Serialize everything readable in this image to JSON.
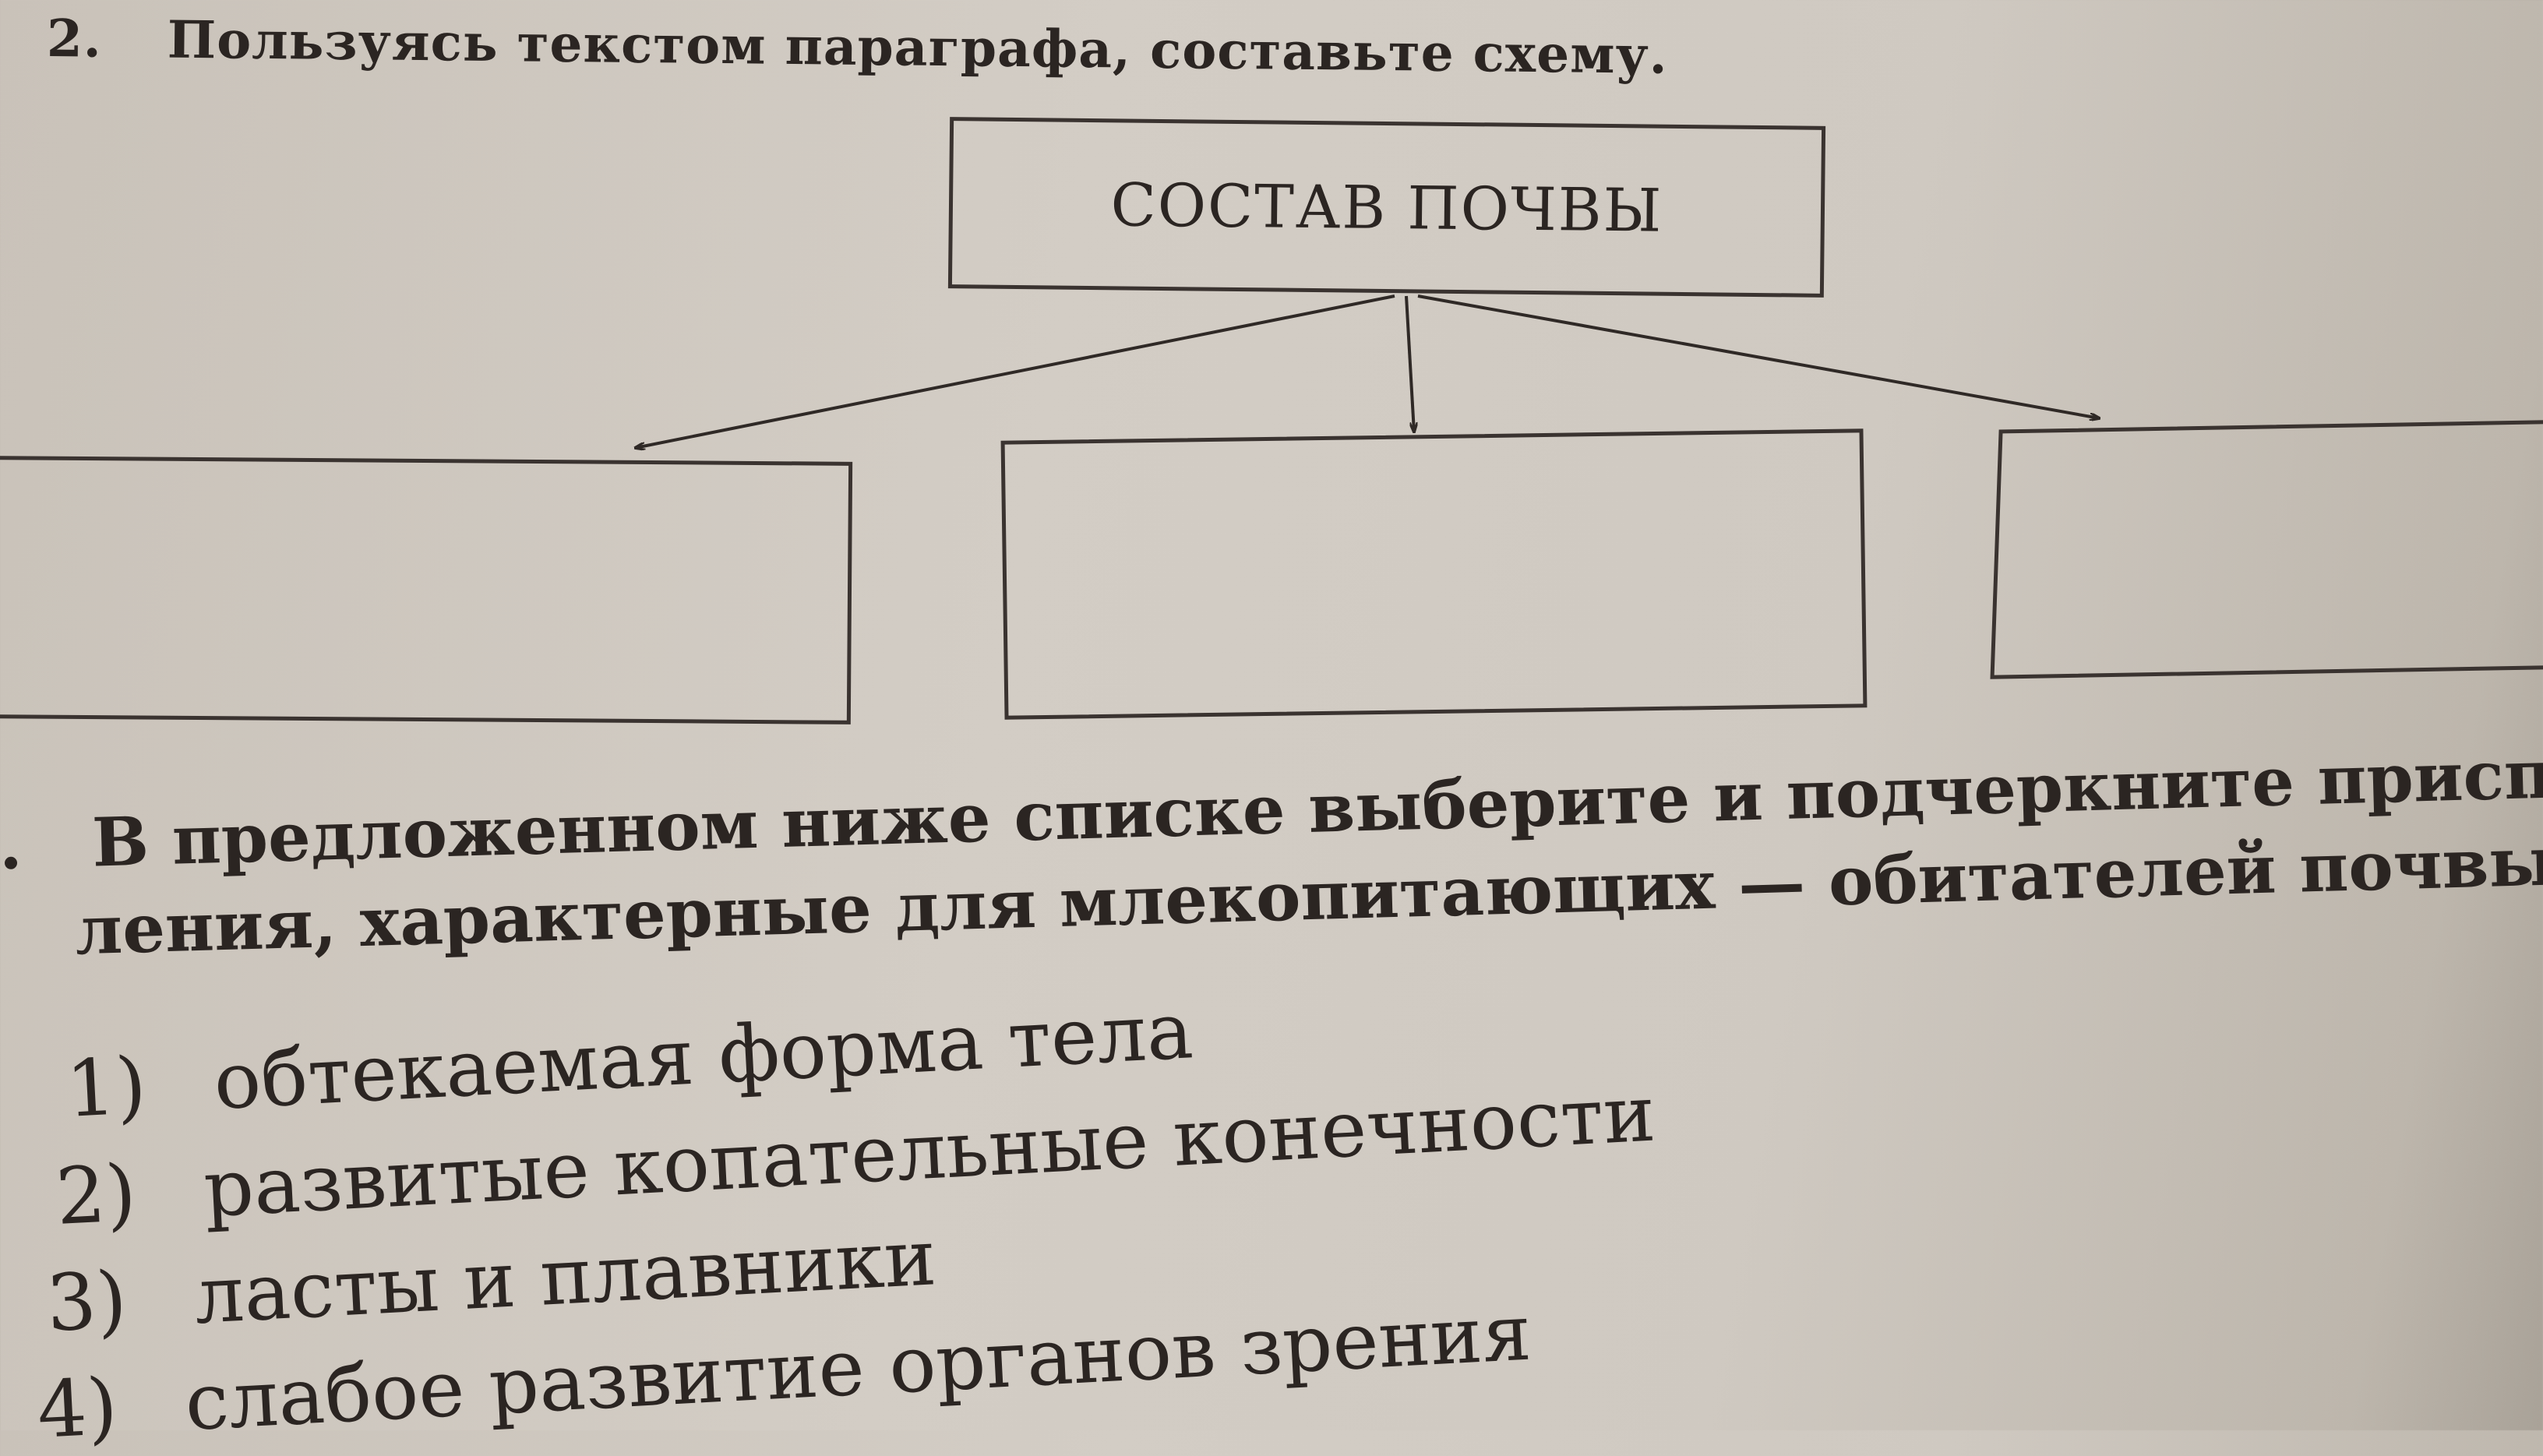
{
  "task2": {
    "number": "2.",
    "text": "Пользуясь текстом параграфа, составьте схему."
  },
  "diagram": {
    "root": "СОСТАВ ПОЧВЫ",
    "children": [
      "",
      "",
      ""
    ]
  },
  "task3": {
    "number": ".",
    "line1": "В предложенном ниже списке выберите и подчеркните приспос",
    "line2": "ления, характерные для млекопитающих — обитателей почвы",
    "items": [
      {
        "num": "1)",
        "text": "обтекаемая форма тела"
      },
      {
        "num": "2)",
        "text": "развитые копательные конечности"
      },
      {
        "num": "3)",
        "text": "ласты и плавники"
      },
      {
        "num": "4)",
        "text": "слабое развитие органов зрения"
      }
    ]
  }
}
